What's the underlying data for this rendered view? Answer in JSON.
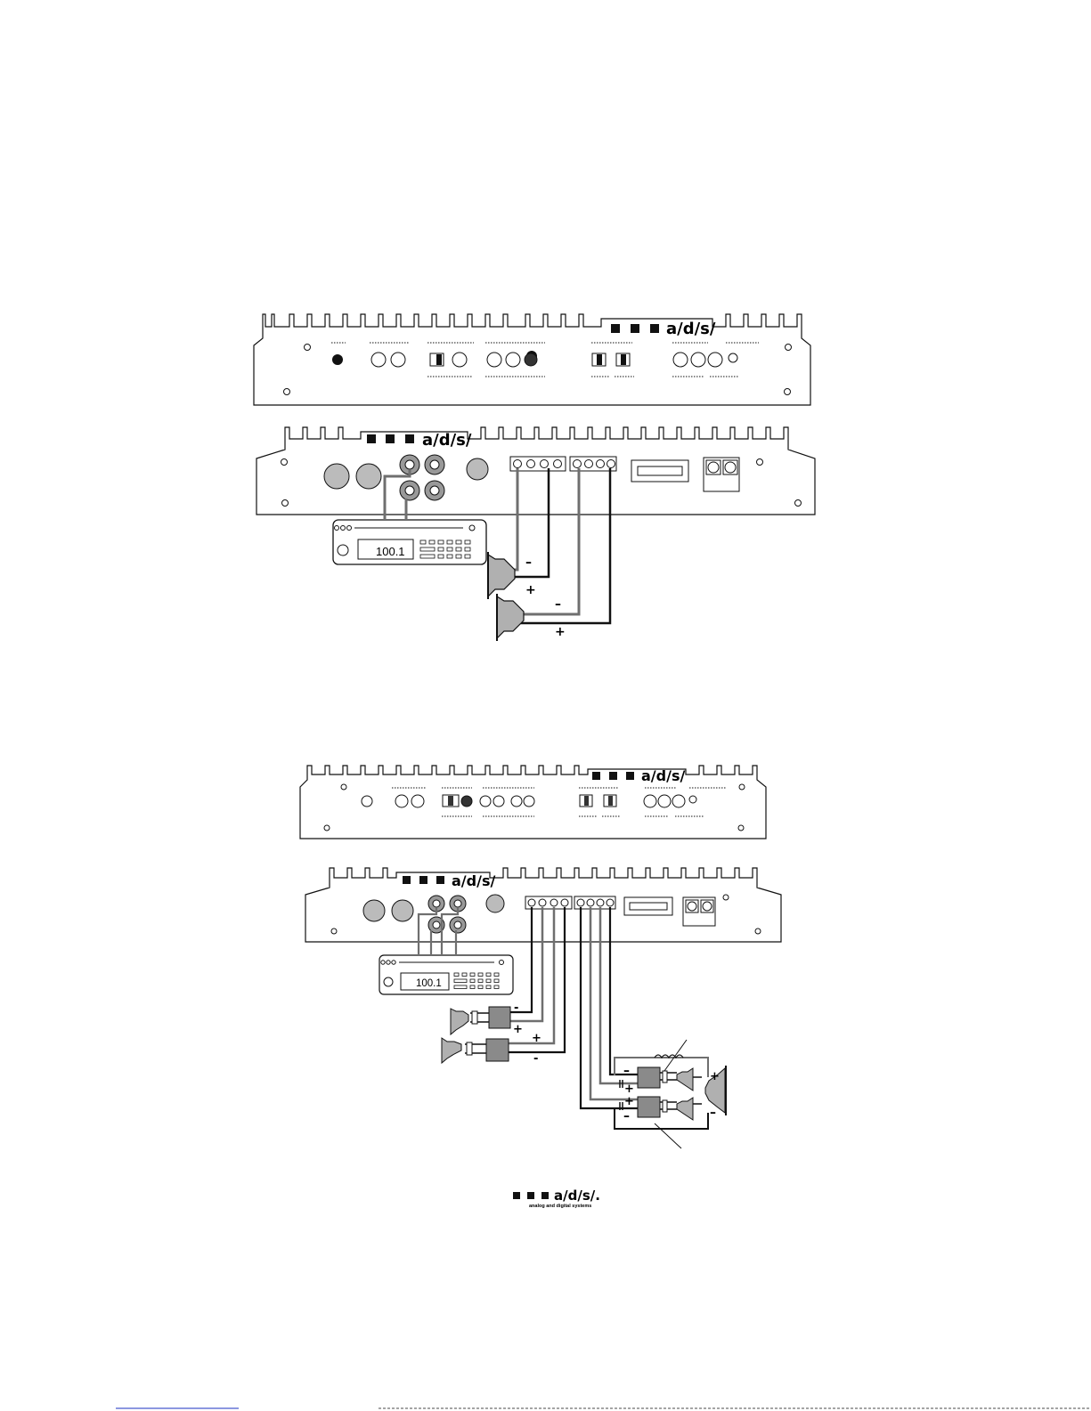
{
  "brand": {
    "logo_text": "a/d/s/",
    "footer_logo_text": "a/d/s/.",
    "footer_tagline": "analog and digital systems"
  },
  "radio": {
    "frequency_display": "100.1"
  },
  "polarity": {
    "plus": "+",
    "minus": "–",
    "minus_small": "-"
  },
  "colors": {
    "line": "#111111",
    "panel_fill": "#ffffff",
    "module_fill": "#8a8a8a",
    "wire_grey": "#6f6f6f"
  },
  "icons": [
    "rca-jack-icon",
    "din-socket-icon",
    "trim-knob-icon",
    "selector-switch-icon",
    "speaker-icon",
    "crossover-module-icon",
    "car-radio-icon"
  ]
}
